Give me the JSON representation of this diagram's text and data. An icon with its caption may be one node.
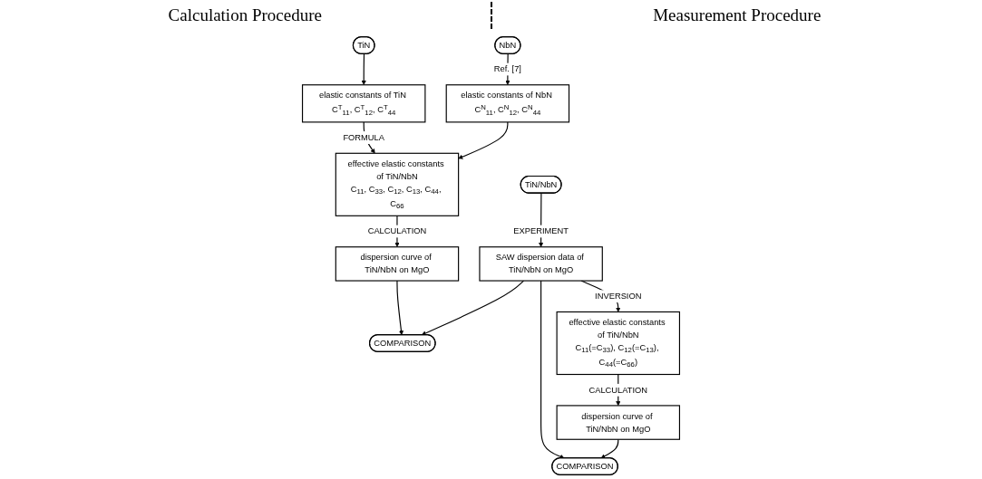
{
  "diagram": {
    "nodes": [
      {
        "text": [
          "TiN"
        ]
      },
      {
        "text": [
          "NbN"
        ]
      },
      {
        "text": [
          "elastic constants of TiN C$^{T}$$_{11}$, C$^{T}$$_{12}$, C$^{T}$$_{44}$"
        ]
      },
      {
        "text": [
          "elastic constants of NbN C$^{N}$$_{11}$, C$^{N}$$_{12}$, C$^{N}$$_{44}$"
        ]
      },
      {
        "text": [
          "effective elastic constants of TiN/NbN",
          "C$_{11}$, C$_{33}$, C$_{12}$, C$_{13}$, C$_{44}$, C$_{66}$"
        ]
      },
      {
        "text": [
          "dispersion curve of TiN/NbN on MgO"
        ]
      },
      {
        "text": [
          "COMPARISON"
        ]
      },
      {
        "text": [
          "TiN/NbN"
        ]
      },
      {
        "text": [
          "SAW dispersion data of TiN/NbN on MgO"
        ]
      },
      {
        "text": [
          "effective elastic constants of TiN/NbN",
          "C$_{11}$(=C$_{33}$), C$_{12}$(=C$_{13}$), C$_{44}$(=C$_{66}$)"
        ]
      },
      {
        "text": [
          "dispersion curve of TiN/NbN on MgO"
        ]
      },
      {
        "text": [
          "COMPARISON"
        ]
      }
    ],
    "edges": [
      {
        "from": 0,
        "to": 2,
        "arrow": "to"
      },
      {
        "from": 1,
        "to": 3,
        "arrow": "to",
        "label": "Ref. [7]"
      },
      {
        "from": 2,
        "to": 4,
        "arrow": "to",
        "label": "FORMULA"
      },
      {
        "from": 3,
        "to": 4,
        "arrow": "to"
      },
      {
        "from": 4,
        "to": 5,
        "arrow": "to",
        "label": "CALCULATION"
      },
      {
        "from": 5,
        "to": 6,
        "arrow": "to"
      },
      {
        "from": 8,
        "to": 6,
        "arrow": "to"
      },
      {
        "from": 7,
        "to": 8,
        "arrow": "to",
        "label": "EXPERIMENT"
      },
      {
        "from": 8,
        "to": 9,
        "arrow": "to",
        "label": "INVERSION"
      },
      {
        "from": 9,
        "to": 10,
        "arrow": "to",
        "label": "CALCULATION"
      },
      {
        "from": 8,
        "to": 11,
        "arrow": "to"
      },
      {
        "from": 10,
        "to": 11,
        "arrow": "to"
      }
    ],
    "labels": [
      "Calculation Procedure",
      "Measurement Procedure"
    ]
  }
}
